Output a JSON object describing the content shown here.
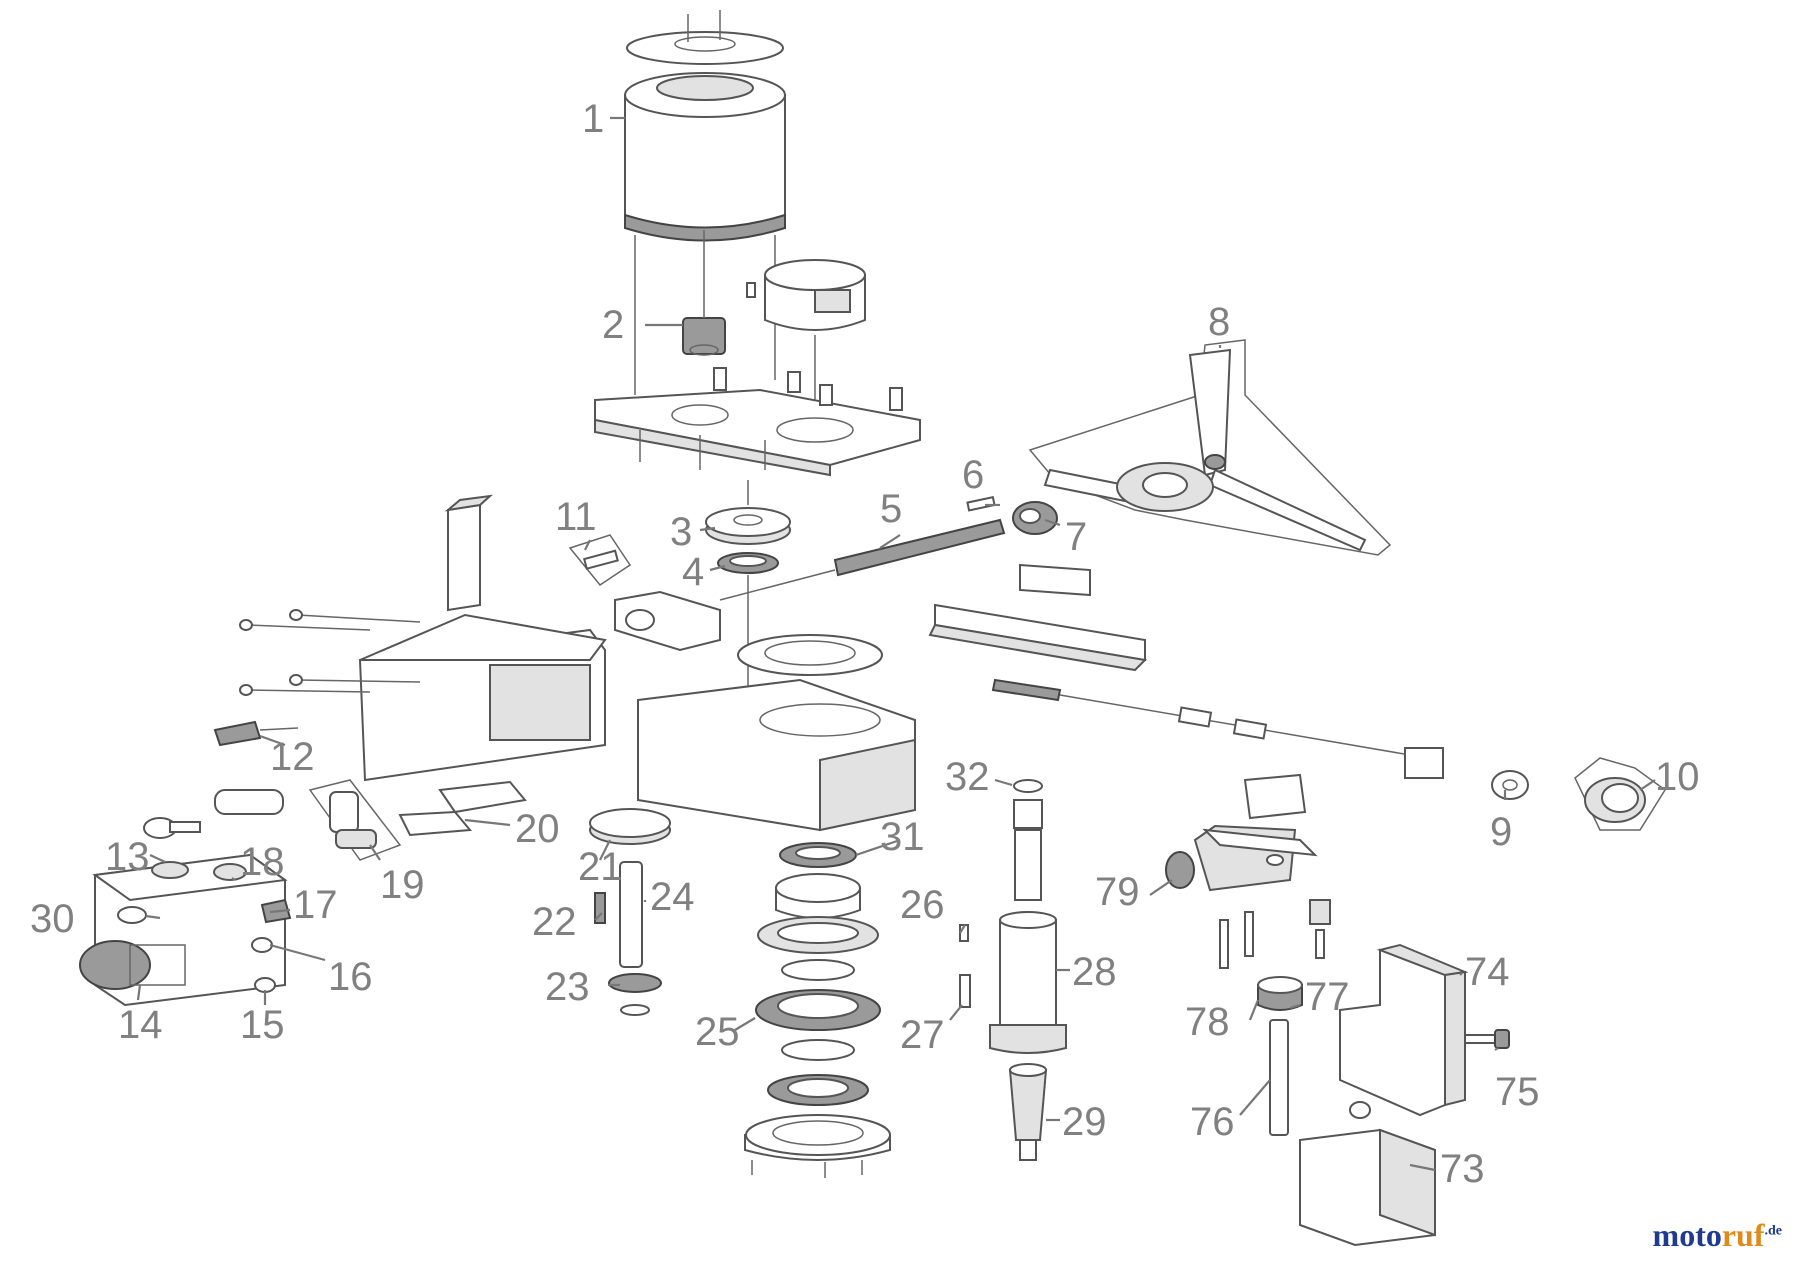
{
  "callouts": [
    {
      "id": "c1",
      "text": "1"
    },
    {
      "id": "c2",
      "text": "2"
    },
    {
      "id": "c3",
      "text": "3"
    },
    {
      "id": "c4",
      "text": "4"
    },
    {
      "id": "c5",
      "text": "5"
    },
    {
      "id": "c6",
      "text": "6"
    },
    {
      "id": "c7",
      "text": "7"
    },
    {
      "id": "c8",
      "text": "8"
    },
    {
      "id": "c9",
      "text": "9"
    },
    {
      "id": "c10",
      "text": "10"
    },
    {
      "id": "c11",
      "text": "11"
    },
    {
      "id": "c12",
      "text": "12"
    },
    {
      "id": "c13",
      "text": "13"
    },
    {
      "id": "c14",
      "text": "14"
    },
    {
      "id": "c15",
      "text": "15"
    },
    {
      "id": "c16",
      "text": "16"
    },
    {
      "id": "c17",
      "text": "17"
    },
    {
      "id": "c18",
      "text": "18"
    },
    {
      "id": "c19",
      "text": "19"
    },
    {
      "id": "c20",
      "text": "20"
    },
    {
      "id": "c21",
      "text": "21"
    },
    {
      "id": "c22",
      "text": "22"
    },
    {
      "id": "c23",
      "text": "23"
    },
    {
      "id": "c24",
      "text": "24"
    },
    {
      "id": "c25",
      "text": "25"
    },
    {
      "id": "c26",
      "text": "26"
    },
    {
      "id": "c27",
      "text": "27"
    },
    {
      "id": "c28",
      "text": "28"
    },
    {
      "id": "c29",
      "text": "29"
    },
    {
      "id": "c30",
      "text": "30"
    },
    {
      "id": "c31",
      "text": "31"
    },
    {
      "id": "c32",
      "text": "32"
    },
    {
      "id": "c73",
      "text": "73"
    },
    {
      "id": "c74",
      "text": "74"
    },
    {
      "id": "c75",
      "text": "75"
    },
    {
      "id": "c76",
      "text": "76"
    },
    {
      "id": "c77",
      "text": "77"
    },
    {
      "id": "c78",
      "text": "78"
    },
    {
      "id": "c79",
      "text": "79"
    }
  ],
  "watermark": {
    "part1": "moto",
    "part2": "ruf",
    "part3": ".de"
  },
  "colors": {
    "line": "#555555",
    "callout": "#808080",
    "brand_blue": "#1f3a93",
    "brand_orange": "#e08a1e"
  }
}
